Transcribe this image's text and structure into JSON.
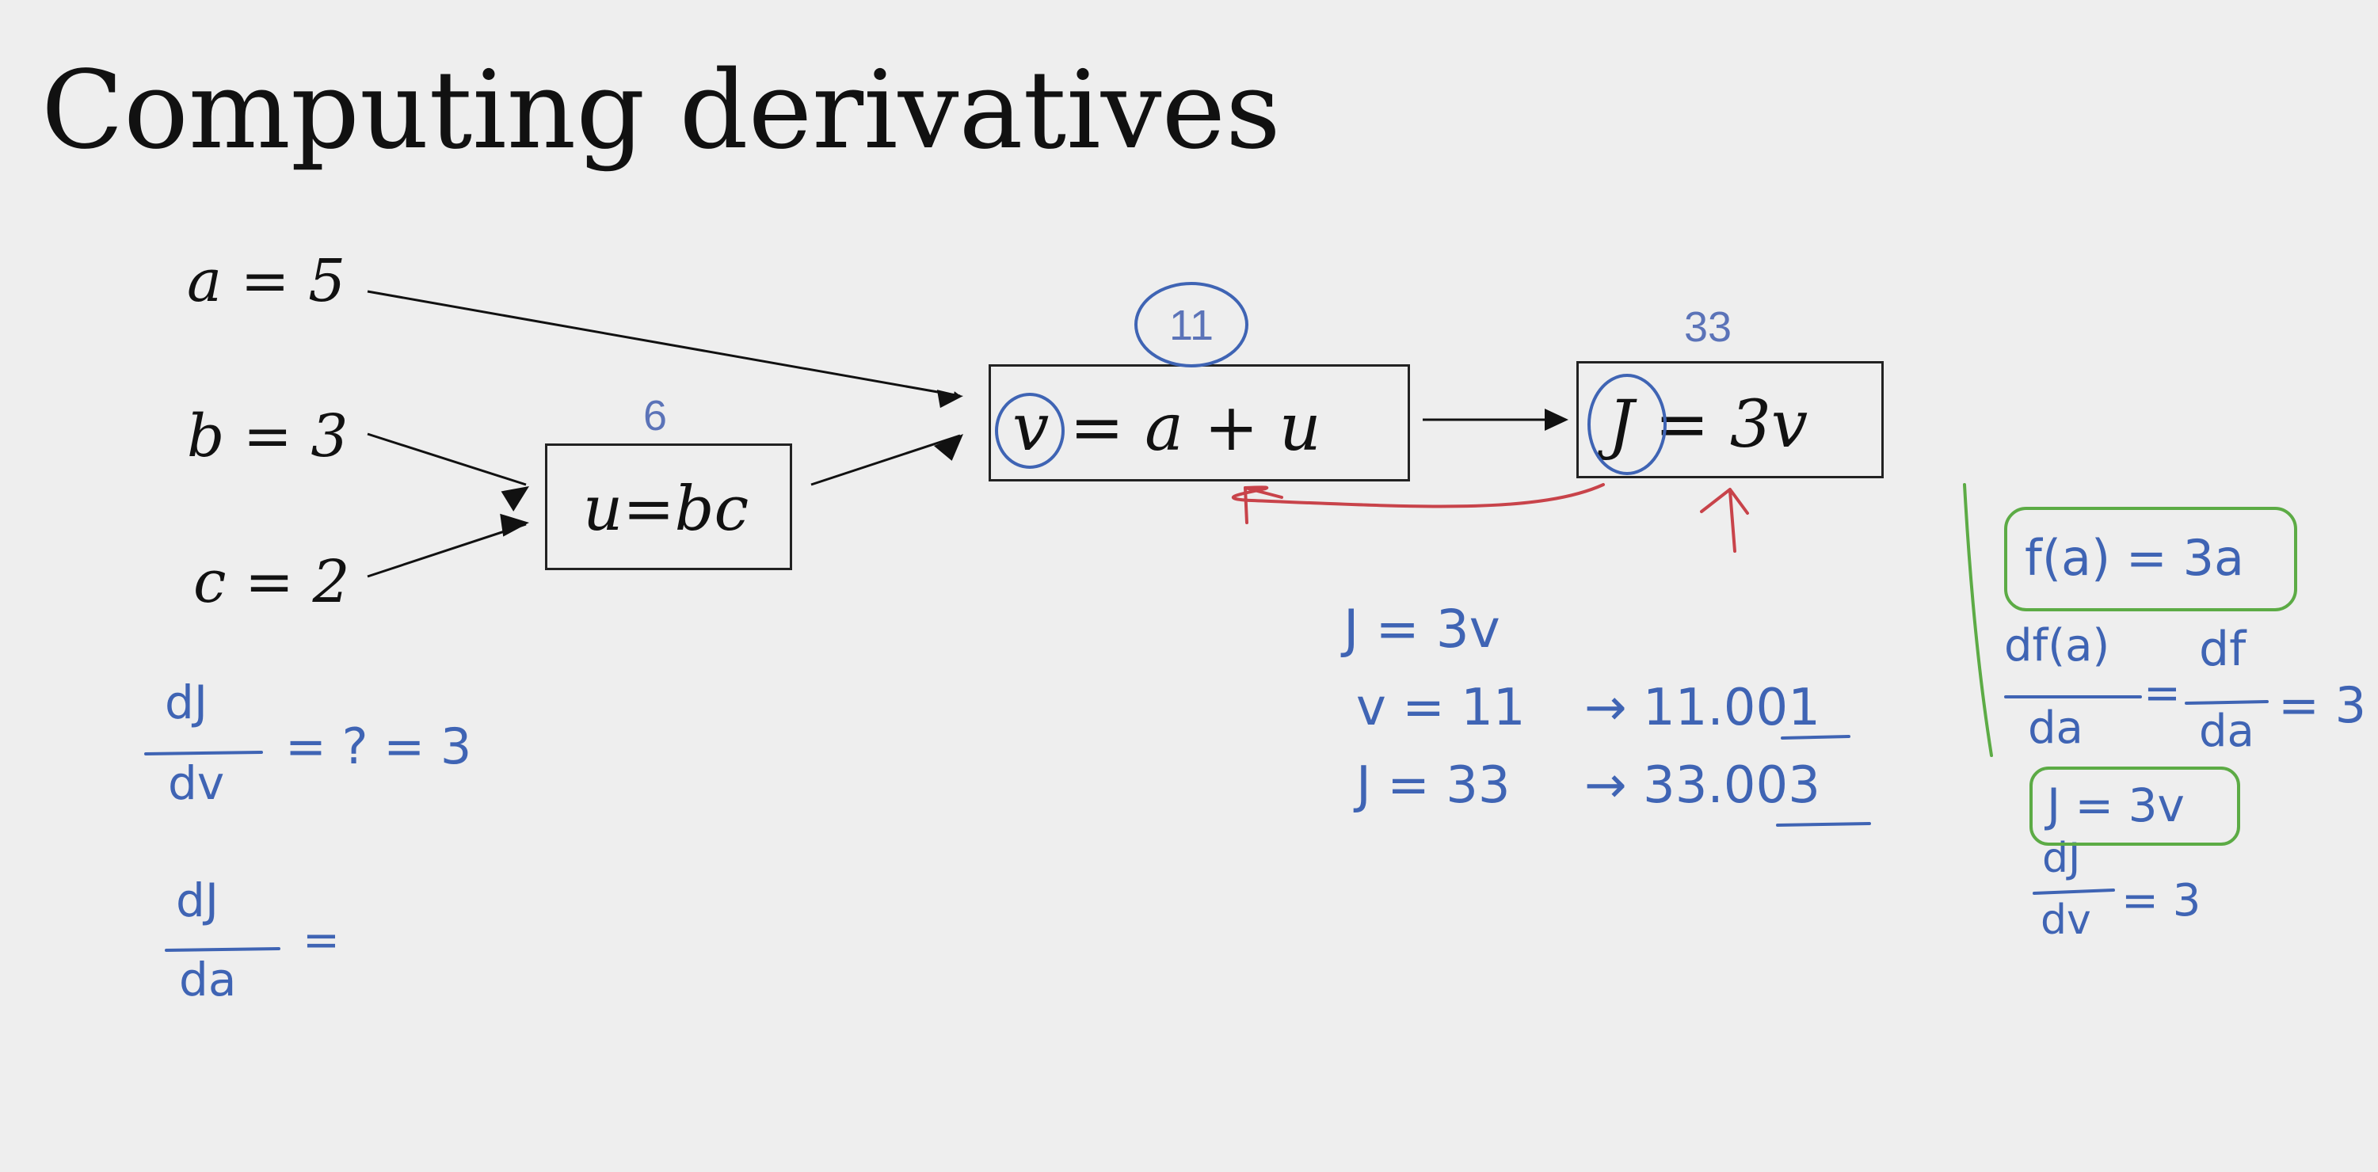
{
  "slide": {
    "title": "Computing derivatives"
  },
  "inputs": {
    "a": "a = 5",
    "b": "b = 3",
    "c": "c = 2"
  },
  "nodes": {
    "u": {
      "label": "u=bc",
      "value": "6"
    },
    "v": {
      "label": "v = a + u",
      "value": "11"
    },
    "J": {
      "label": "J = 3v",
      "value": "33"
    }
  },
  "handwriting": {
    "dj_dv": {
      "num": "dJ",
      "den": "dv",
      "rest": "= ? = 3"
    },
    "dj_da": {
      "num": "dJ",
      "den": "da",
      "rest": "="
    },
    "middle": {
      "line1": "J = 3v",
      "line2_left": "v = 11",
      "line2_right": "→ 11.001",
      "line3_left": "J = 33",
      "line3_right": "→ 33.003"
    },
    "side": {
      "box1": "f(a) = 3a",
      "frac1_num": "df(a)",
      "frac1_den": "da",
      "frac2_num": "df",
      "frac2_den": "da",
      "eq_tail": "= 3",
      "eq_mid": "=",
      "box2": "J = 3v",
      "frac3_num": "dJ",
      "frac3_den": "dv",
      "frac3_tail": "= 3"
    }
  },
  "colors": {
    "ink": "#111111",
    "handwriting": "#3f64b4",
    "red_annotation": "#c8434a",
    "green_annotation": "#5cab45",
    "background": "#eeeeee"
  }
}
